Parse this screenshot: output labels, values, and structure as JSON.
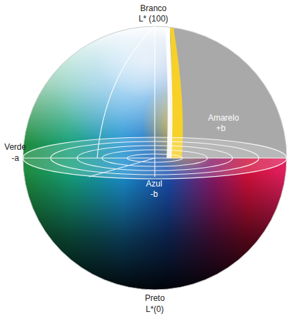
{
  "diagram": {
    "labels": [
      "Branco",
      "L* (100)",
      "Amarelo",
      "+b",
      "Verde",
      "-a",
      "Azul",
      "-b",
      "Preto",
      "L*(0)"
    ]
  }
}
